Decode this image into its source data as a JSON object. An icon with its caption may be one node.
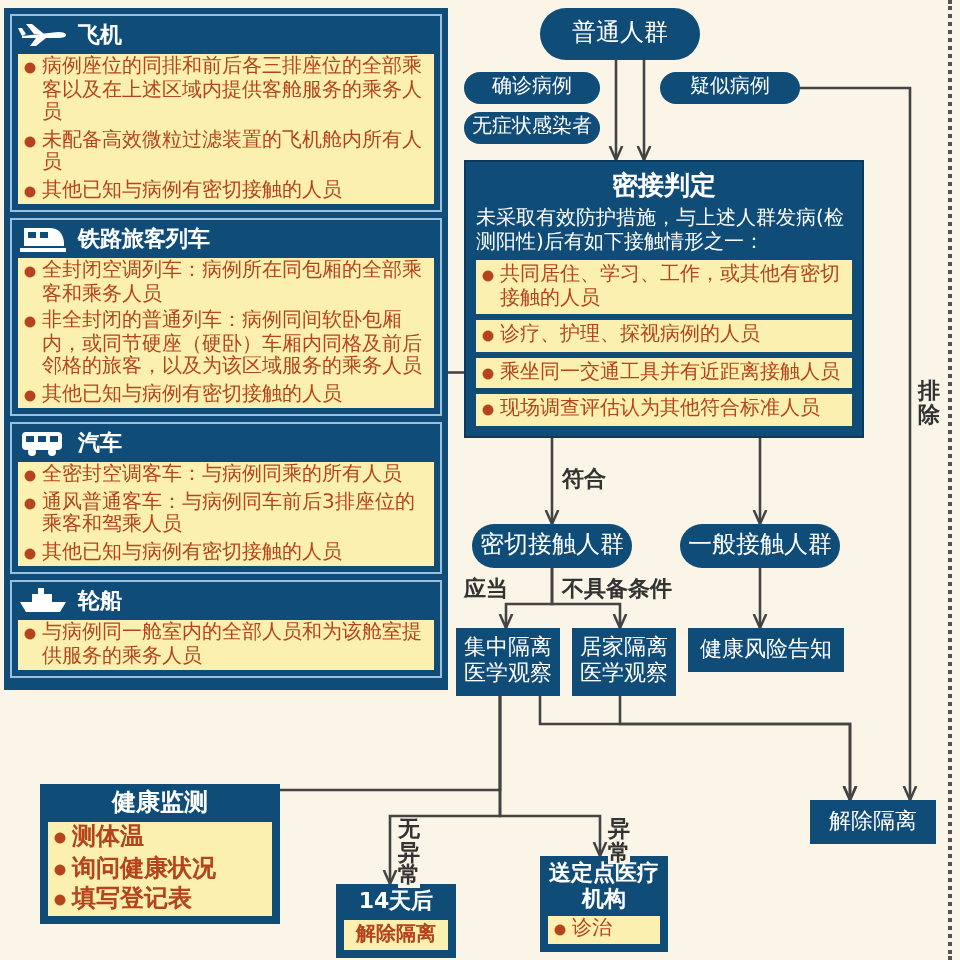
{
  "diagram": {
    "nodes": [
      {
        "text": [
          "普通人群"
        ]
      },
      {
        "text": [
          "确诊病例"
        ]
      },
      {
        "text": [
          "疑似病例"
        ]
      },
      {
        "text": [
          "无症状感染者"
        ]
      },
      {
        "text": [
          "密接判定",
          "未采取有效防护措施，与上述人群发病(检测阳性)后有如下接触情形之一："
        ]
      },
      {
        "text": [
          "共同居住、学习、工作，或其他有密切接触的人员"
        ],
        "in": 4
      },
      {
        "text": [
          "诊疗、护理、探视病例的人员"
        ],
        "in": 4
      },
      {
        "text": [
          "乘坐同一交通工具并有近距离接触人员"
        ],
        "in": 4
      },
      {
        "text": [
          "现场调查评估认为其他符合标准人员"
        ],
        "in": 4
      },
      {
        "text": [],
        "shape": "box"
      },
      {
        "text": [
          "飞机",
          "病例座位的同排和前后各三排座位的全部乘客以及在上述区域内提供客舱服务的乘务人员",
          "未配备高效微粒过滤装置的飞机舱内所有人员",
          "其他已知与病例有密切接触的人员"
        ],
        "in": 9
      },
      {
        "text": [
          "铁路旅客列车",
          "全封闭空调列车：病例所在同包厢的全部乘客和乘务人员",
          "非全封闭的普通列车：病例同间软卧包厢内，或同节硬座（硬卧）车厢内同格及前后邻格的旅客，以及为该区域服务的乘务人员",
          "其他已知与病例有密切接触的人员"
        ],
        "in": 9
      },
      {
        "text": [
          "汽车",
          "全密封空调客车：与病例同乘的所有人员",
          "通风普通客车：与病例同车前后3排座位的乘客和驾乘人员",
          "其他已知与病例有密切接触的人员"
        ],
        "in": 9
      },
      {
        "text": [
          "轮船",
          "与病例同一舱室内的全部人员和为该舱室提供服务的乘务人员"
        ],
        "in": 9
      },
      {
        "text": [
          "密切接触人群"
        ]
      },
      {
        "text": [
          "一般接触人群"
        ]
      },
      {
        "text": [
          "健康风险告知"
        ]
      },
      {
        "text": [
          "集中隔离医学观察"
        ]
      },
      {
        "text": [
          "居家隔离医学观察"
        ]
      },
      {
        "text": [
          "健康监测",
          "测体温",
          "询问健康状况",
          "填写登记表"
        ]
      },
      {
        "text": [
          "解除隔离"
        ]
      },
      {
        "text": [
          "14天后",
          "解除隔离"
        ]
      },
      {
        "text": [
          "送定点医疗机构",
          "诊治"
        ]
      }
    ],
    "edges": [
      {
        "from": 0,
        "to": 4,
        "arrow": "to"
      },
      {
        "from": 0,
        "to": 4,
        "arrow": "to"
      },
      {
        "from": 2,
        "to": 20,
        "arrow": "to",
        "label": "排除"
      },
      {
        "from": 9,
        "to": 7,
        "arrow": "none"
      },
      {
        "from": 4,
        "to": 14,
        "arrow": "to",
        "label": "符合"
      },
      {
        "from": 4,
        "to": 15,
        "arrow": "to"
      },
      {
        "from": 15,
        "to": 16,
        "arrow": "to"
      },
      {
        "from": 14,
        "to": 17,
        "arrow": "to",
        "label": "应当"
      },
      {
        "from": 14,
        "to": 18,
        "arrow": "to",
        "label": "不具备条件"
      },
      {
        "from": 17,
        "to": 20,
        "arrow": "to"
      },
      {
        "from": 18,
        "to": 20,
        "arrow": "to"
      },
      {
        "from": 19,
        "to": 17,
        "arrow": "none"
      },
      {
        "from": 17,
        "to": 21,
        "arrow": "to",
        "label": "无异常"
      },
      {
        "from": 17,
        "to": 22,
        "arrow": "to",
        "label": "异常"
      }
    ]
  }
}
